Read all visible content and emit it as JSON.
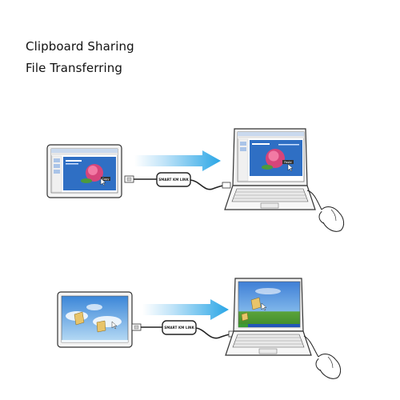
{
  "headings": {
    "clipboard": "Clipboard Sharing",
    "file_transfer": "File Transferring"
  },
  "cable": {
    "label_top": "SMART KM LINK",
    "label_bottom": "SMART KM LINK"
  },
  "screens": {
    "top_tablet_tag": "Copy",
    "top_laptop_tag": "Paste"
  },
  "colors": {
    "arrow": "#2aa6e6",
    "desktop_blue": "#2f6fc4",
    "sky": "#4aa3e8"
  }
}
